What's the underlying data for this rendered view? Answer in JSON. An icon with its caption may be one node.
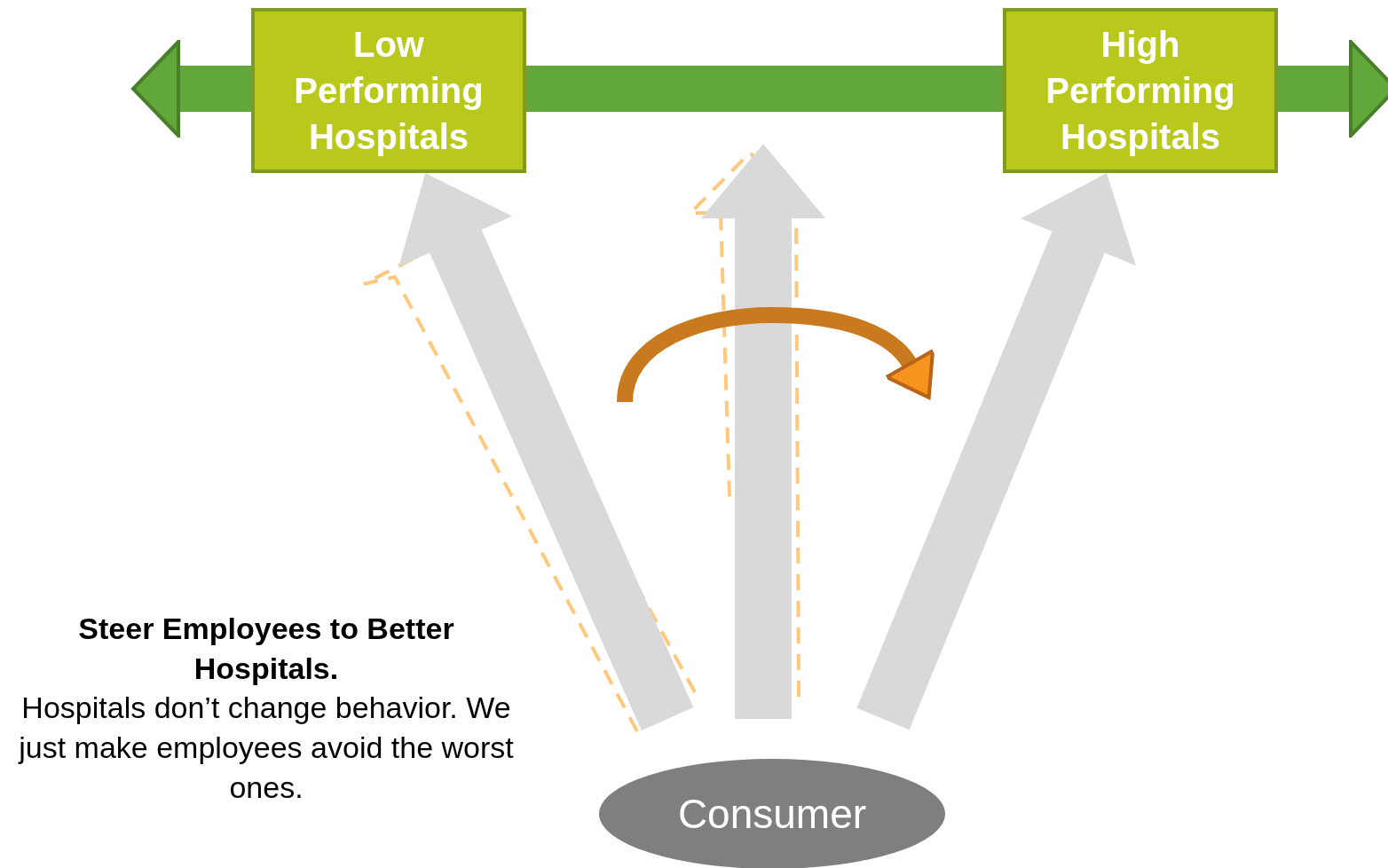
{
  "diagram": {
    "nodes": [
      {
        "text": [
          "Low Performing Hospitals"
        ]
      },
      {
        "text": [
          "High Performing Hospitals"
        ]
      },
      {
        "text": [
          "Consumer"
        ]
      }
    ],
    "edges": [
      {
        "from": 2,
        "to": 0,
        "arrow": "to"
      },
      {
        "from": 2,
        "to": null,
        "arrow": "to"
      },
      {
        "from": 2,
        "to": 1,
        "arrow": "to"
      },
      {
        "from": 0,
        "to": 1,
        "arrow": "both",
        "color": "#62a73b"
      }
    ],
    "labels": [
      "Steer Employees to Better Hospitals.",
      "Hospitals don’t change behavior. We just make employees avoid the worst ones."
    ]
  }
}
